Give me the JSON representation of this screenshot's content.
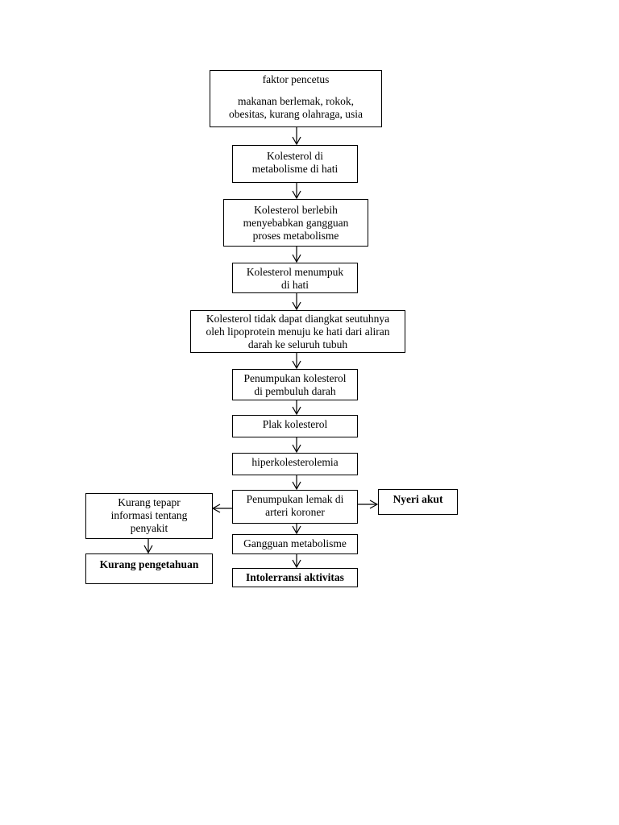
{
  "nodes": {
    "faktor": {
      "title": "faktor pencetus",
      "line1": "makanan berlemak, rokok,",
      "line2": "obesitas, kurang olahraga, usia"
    },
    "metabolisme_hati": {
      "line1": "Kolesterol di",
      "line2": "metabolisme di hati"
    },
    "berlebih": {
      "line1": "Kolesterol berlebih",
      "line2": "menyebabkan gangguan",
      "line3": "proses metabolisme"
    },
    "menumpuk": {
      "line1": "Kolesterol menumpuk",
      "line2": "di hati"
    },
    "tidak_diangkat": {
      "line1": "Kolesterol tidak dapat diangkat seutuhnya",
      "line2": "oleh lipoprotein menuju ke hati dari aliran",
      "line3": "darah ke seluruh tubuh"
    },
    "pembuluh": {
      "line1": "Penumpukan kolesterol",
      "line2": "di pembuluh darah"
    },
    "plak": {
      "line1": "Plak kolesterol"
    },
    "hiper": {
      "line1": "hiperkolesterolemia"
    },
    "arteri": {
      "line1": "Penumpukan lemak di",
      "line2": "arteri koroner"
    },
    "informasi": {
      "line1": "Kurang tepapr",
      "line2": "informasi tentang",
      "line3": "penyakit"
    },
    "pengetahuan": {
      "line1": "Kurang pengetahuan"
    },
    "nyeri": {
      "line1": "Nyeri akut"
    },
    "gangguan": {
      "line1": "Gangguan metabolisme"
    },
    "intoleransi": {
      "line1": "Intolerransi aktivitas"
    }
  }
}
